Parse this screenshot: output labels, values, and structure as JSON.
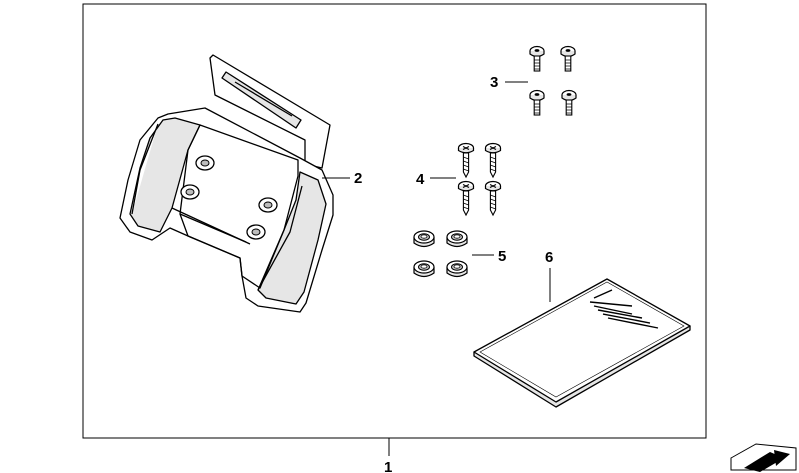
{
  "diagram": {
    "callouts": [
      {
        "id": "kit",
        "label": "1"
      },
      {
        "id": "holder",
        "label": "2"
      },
      {
        "id": "screws-a",
        "label": "3"
      },
      {
        "id": "screws-b",
        "label": "4"
      },
      {
        "id": "nuts",
        "label": "5"
      },
      {
        "id": "manual",
        "label": "6"
      }
    ],
    "colors": {
      "line": "#000000",
      "fill": "#ffffff",
      "shade": "#e6e6e6",
      "shade_dark": "#bdbdbd"
    },
    "corner_icon": "folder-arrow-icon"
  }
}
